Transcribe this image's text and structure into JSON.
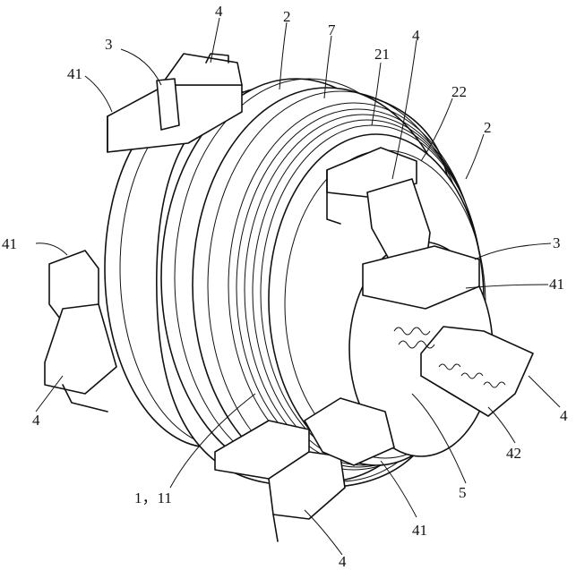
{
  "figure": {
    "labels": {
      "l4_top": "4",
      "l2_top": "2",
      "l3_top": "3",
      "l7": "7",
      "l4_upper_right": "4",
      "l21": "21",
      "l41_top": "41",
      "l22": "22",
      "l2_right": "2",
      "l41_left": "41",
      "l3_right": "3",
      "l41_right": "41",
      "l4_left": "4",
      "l4_right": "4",
      "l42": "42",
      "l1_11": "1，11",
      "l5": "5",
      "l41_bottom": "41",
      "l4_bottom": "4"
    }
  }
}
